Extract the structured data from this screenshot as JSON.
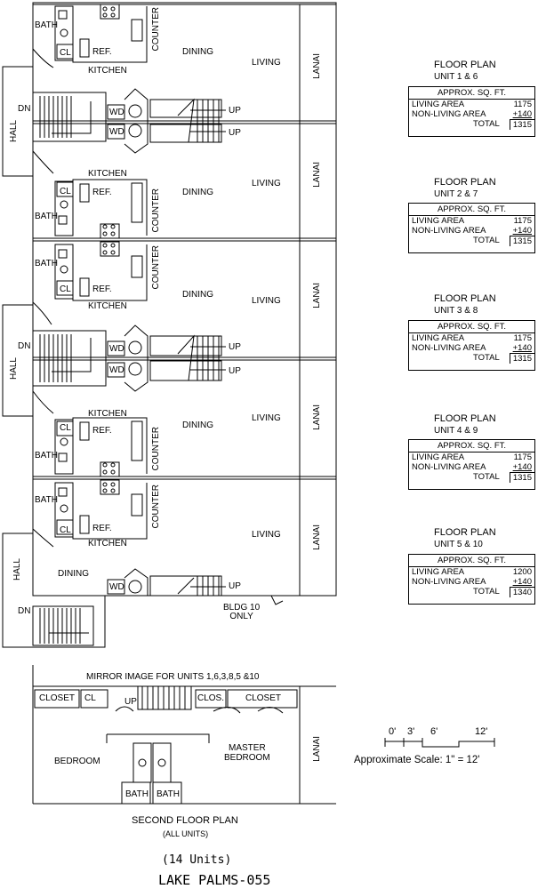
{
  "rooms": {
    "bath": "BATH",
    "cl": "CL",
    "ref": "REF.",
    "kitchen": "KITCHEN",
    "counter": "COUNTER",
    "dining": "DINING",
    "living": "LIVING",
    "lanai": "LANAI",
    "hall": "HALL",
    "dn": "DN",
    "up": "UP",
    "wd": "WD",
    "bldg_note": "BLDG 10\nONLY"
  },
  "floor_plans": [
    {
      "title": "FLOOR PLAN",
      "units": "UNIT 1 & 6",
      "header": "APPROX. SQ. FT.",
      "living_label": "LIVING AREA",
      "living": "1175",
      "nonliving_label": "NON-LIVING AREA",
      "nonliving": "+140",
      "total_label": "TOTAL",
      "total": "1315"
    },
    {
      "title": "FLOOR PLAN",
      "units": "UNIT 2 & 7",
      "header": "APPROX. SQ. FT.",
      "living_label": "LIVING AREA",
      "living": "1175",
      "nonliving_label": "NON-LIVING AREA",
      "nonliving": "+140",
      "total_label": "TOTAL",
      "total": "1315"
    },
    {
      "title": "FLOOR PLAN",
      "units": "UNIT 3 & 8",
      "header": "APPROX. SQ. FT.",
      "living_label": "LIVING AREA",
      "living": "1175",
      "nonliving_label": "NON-LIVING AREA",
      "nonliving": "+140",
      "total_label": "TOTAL",
      "total": "1315"
    },
    {
      "title": "FLOOR PLAN",
      "units": "UNIT 4 & 9",
      "header": "APPROX. SQ. FT.",
      "living_label": "LIVING AREA",
      "living": "1175",
      "nonliving_label": "NON-LIVING AREA",
      "nonliving": "+140",
      "total_label": "TOTAL",
      "total": "1315"
    },
    {
      "title": "FLOOR PLAN",
      "units": "UNIT 5 & 10",
      "header": "APPROX. SQ. FT.",
      "living_label": "LIVING AREA",
      "living": "1200",
      "nonliving_label": "NON-LIVING AREA",
      "nonliving": "+140",
      "total_label": "TOTAL",
      "total": "1340"
    }
  ],
  "second_floor": {
    "mirror_note": "MIRROR IMAGE FOR UNITS 1,6,3,8,5 &10",
    "closet": "CLOSET",
    "cl": "CL",
    "clos": "CLOS.",
    "up": "UP",
    "bedroom": "BEDROOM",
    "master_bedroom": "MASTER\nBEDROOM",
    "bath": "BATH",
    "lanai": "LANAI",
    "title": "SECOND FLOOR PLAN",
    "subtitle": "(ALL UNITS)"
  },
  "scale": {
    "ticks": [
      "0'",
      "3'",
      "6'",
      "12'"
    ],
    "caption": "Approximate Scale: 1\" = 12'"
  },
  "footer": {
    "units": "(14 Units)",
    "name": "LAKE PALMS-055"
  }
}
